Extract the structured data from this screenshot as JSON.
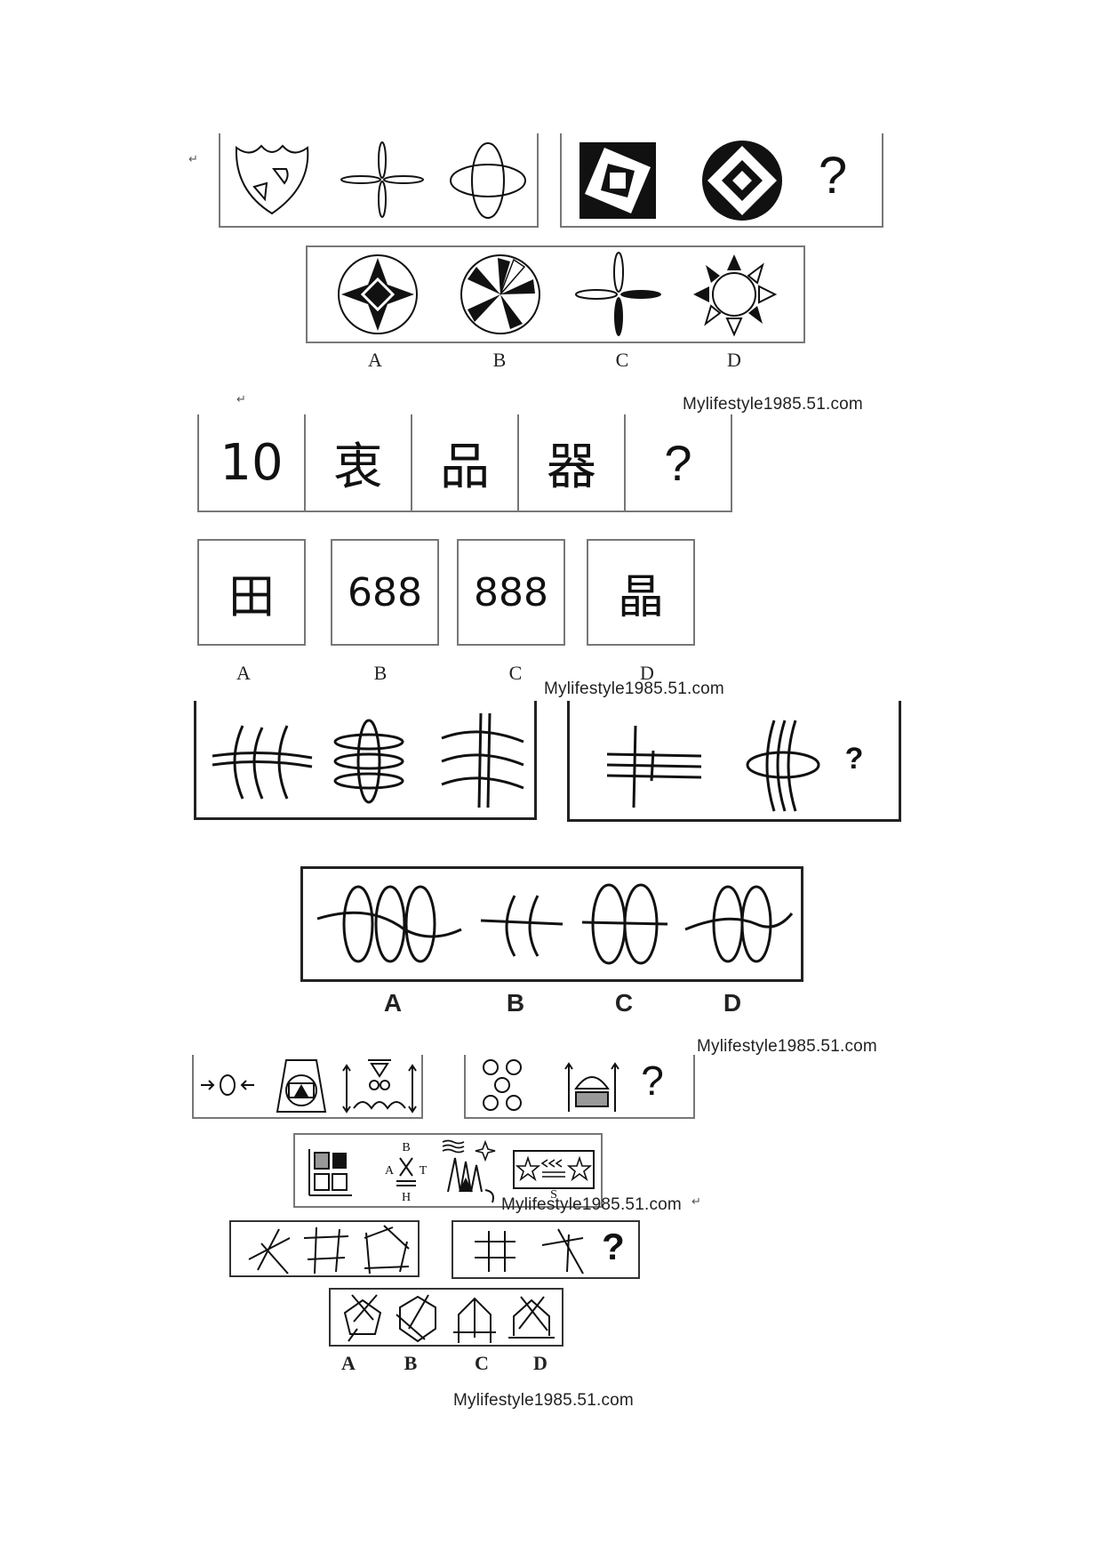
{
  "return_mark": "↵",
  "watermark": "Mylifestyle1985.51.com",
  "question_mark": "?",
  "option_labels": [
    "A",
    "B",
    "C",
    "D"
  ],
  "q2": {
    "sequence": [
      "10",
      "衷",
      "品",
      "器",
      "?"
    ],
    "options": [
      "田",
      "688",
      "888",
      "晶"
    ]
  },
  "q5": {
    "option_b_letters": [
      "B",
      "A",
      "T",
      "H"
    ]
  }
}
